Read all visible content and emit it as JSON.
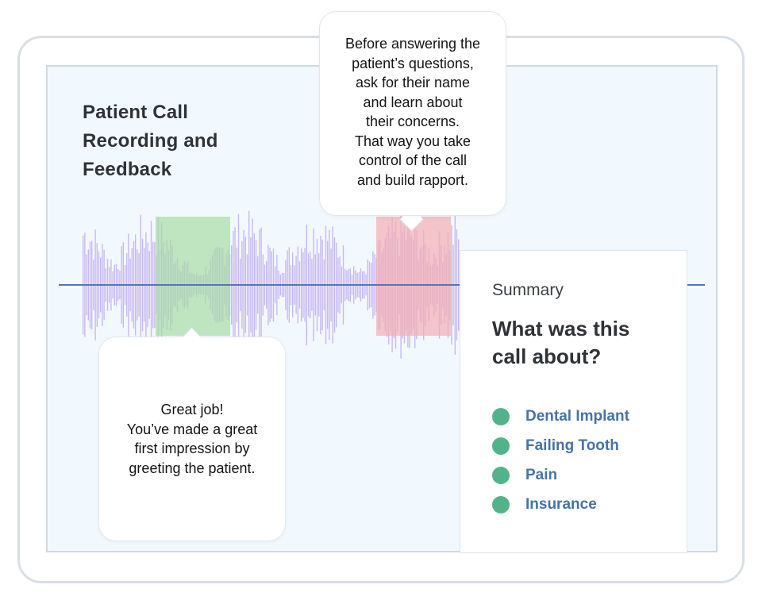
{
  "title": "Patient Call Recording and Feedback",
  "tooltip_top": {
    "lines": [
      "Before answering the",
      "patient’s questions,",
      "ask for their name",
      "and learn about",
      "their concerns.",
      "That way you take",
      "control of the call",
      "and build rapport."
    ]
  },
  "tooltip_bottom": {
    "lines": [
      "Great job!",
      "You’ve made a great",
      "first impression by",
      "greeting the patient."
    ]
  },
  "summary": {
    "label": "Summary",
    "question_lines": [
      "What was this",
      "call about?"
    ],
    "topics": [
      "Dental Implant",
      "Failing Tooth",
      "Pain",
      "Insurance"
    ]
  },
  "colors": {
    "waveform": "#c9b8f2",
    "baseline": "#5476b8",
    "highlight_good": "#a9dba8",
    "highlight_needs_work": "#f2aeb4",
    "topic_dot": "#52b38b",
    "topic_text": "#4574a5"
  }
}
